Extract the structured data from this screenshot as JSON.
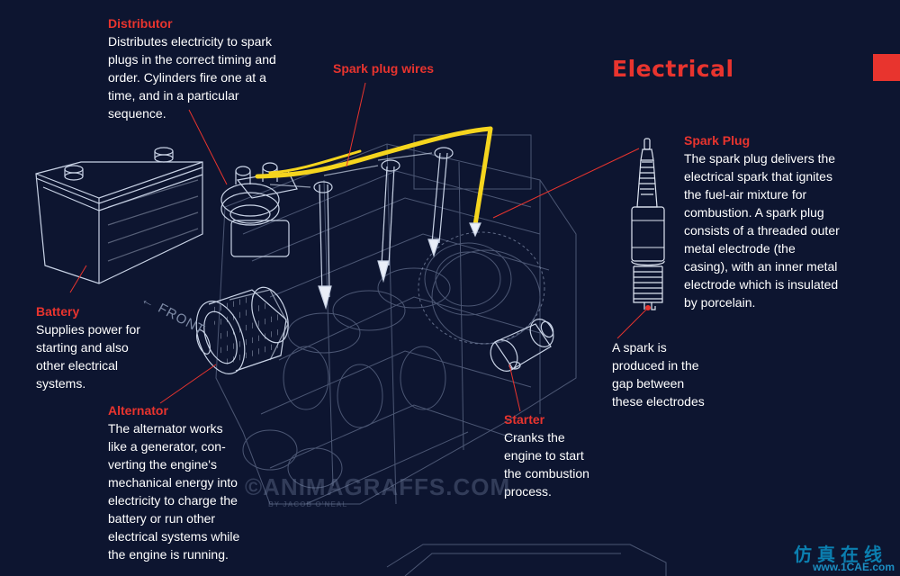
{
  "title": "Electrical",
  "front_label": "← FRONT",
  "watermark": "©ANIMAGRAFFS.COM",
  "watermark_sub": "BY JACOB O'NEAL",
  "corner_watermark": {
    "chinese": "仿真在线",
    "url": "www.1CAE.com"
  },
  "colors": {
    "background": "#0d1530",
    "accent": "#e8342e",
    "highlight_wire": "#f5d51e",
    "line_art": "#aab6cf"
  },
  "labels": {
    "distributor": {
      "title": "Distributor",
      "text": "Distributes electricity to spark plugs in the correct timing and order. Cylinders fire one at a time, and in a particular sequence."
    },
    "spark_plug_wires": {
      "title": "Spark plug wires"
    },
    "battery": {
      "title": "Battery",
      "text": "Supplies power for starting and also other electrical systems."
    },
    "alternator": {
      "title": "Alternator",
      "text": "The alternator works like a generator, con-verting the engine's mechanical energy into electricity to charge the battery or run other electrical systems while the engine is running."
    },
    "starter": {
      "title": "Starter",
      "text": "Cranks the engine to start the combustion process."
    },
    "spark_plug": {
      "title": "Spark Plug",
      "text": "The spark plug delivers the electrical spark that ignites the fuel-air mixture for combustion. A spark plug consists of a threaded outer metal electrode (the casing), with an inner metal electrode which is insulated by porcelain."
    },
    "spark_gap": {
      "text": "A spark is produced in the gap between these electrodes"
    }
  }
}
